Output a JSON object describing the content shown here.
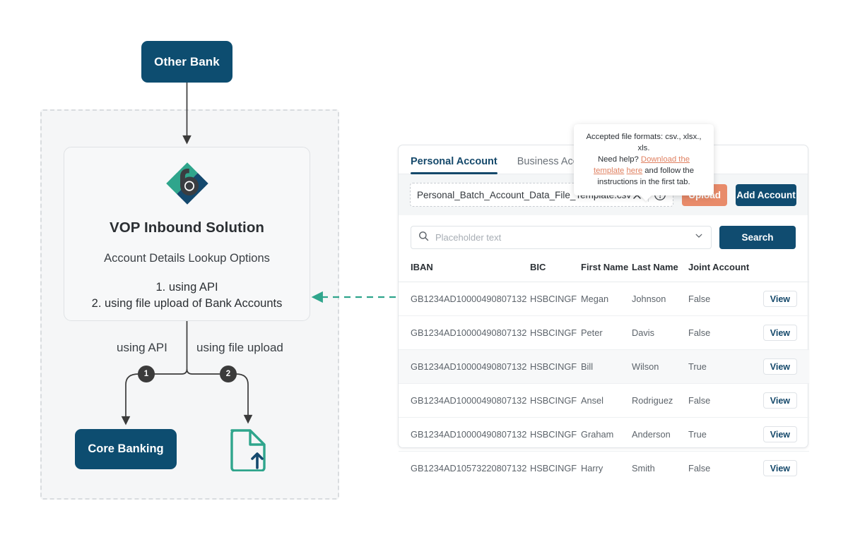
{
  "diagram": {
    "other_bank_label": "Other Bank",
    "vop": {
      "logo_icon": "bankingly-b-logo-icon",
      "title": "VOP Inbound Solution",
      "subtitle": "Account Details Lookup Options",
      "option_1": "1. using API",
      "option_2": "2. using file upload of Bank Accounts"
    },
    "branch_label_api": "using API",
    "branch_label_upload": "using file upload",
    "badge_1": "1",
    "badge_2": "2",
    "core_banking_label": "Core Banking",
    "file_upload_icon": "file-upload-icon",
    "colors": {
      "navy": "#0d4d70",
      "teal": "#2fa58c",
      "badge": "#3b3b3b",
      "dashed_border": "#d9dcdf"
    }
  },
  "panel": {
    "tabs": [
      {
        "label": "Personal Account",
        "active": true
      },
      {
        "label": "Business Account",
        "active": false
      }
    ],
    "upload_bar": {
      "file_name": "Personal_Batch_Account_Data_File_Template.csv",
      "clear_icon": "close-x-icon",
      "help_icon": "question-mark-circle-icon",
      "upload_label": "Upload",
      "add_account_label": "Add Account",
      "upload_color": "#e88b6a",
      "add_account_color": "#104c70"
    },
    "search": {
      "icon": "search-icon",
      "placeholder": "Placeholder text",
      "value": "",
      "chevron_icon": "chevron-down-icon",
      "button_label": "Search"
    },
    "table": {
      "columns": [
        "IBAN",
        "BIC",
        "First Name",
        "Last Name",
        "Joint Account",
        ""
      ],
      "action_label": "View",
      "rows": [
        {
          "iban": "GB1234AD10000490807132",
          "bic": "HSBCINGF",
          "first": "Megan",
          "last": "Johnson",
          "joint": "False",
          "action": "View",
          "highlight": false
        },
        {
          "iban": "GB1234AD10000490807132",
          "bic": "HSBCINGF",
          "first": "Peter",
          "last": "Davis",
          "joint": "False",
          "action": "View",
          "highlight": false
        },
        {
          "iban": "GB1234AD10000490807132",
          "bic": "HSBCINGF",
          "first": "Bill",
          "last": "Wilson",
          "joint": "True",
          "action": "View",
          "highlight": true
        },
        {
          "iban": "GB1234AD10000490807132",
          "bic": "HSBCINGF",
          "first": "Ansel",
          "last": "Rodriguez",
          "joint": "False",
          "action": "View",
          "highlight": false
        },
        {
          "iban": "GB1234AD10000490807132",
          "bic": "HSBCINGF",
          "first": "Graham",
          "last": "Anderson",
          "joint": "True",
          "action": "View",
          "highlight": false
        },
        {
          "iban": "GB1234AD10573220807132",
          "bic": "HSBCINGF",
          "first": "Harry",
          "last": "Smith",
          "joint": "False",
          "action": "View",
          "highlight": false
        }
      ]
    }
  },
  "tooltip": {
    "line1": "Accepted file formats: csv., xlsx., xls.",
    "line2_prefix": "Need help? ",
    "link1": "Download the template",
    "link2": "here",
    "line2_suffix": " and follow the instructions in the first tab.",
    "link_color": "#e08060"
  }
}
